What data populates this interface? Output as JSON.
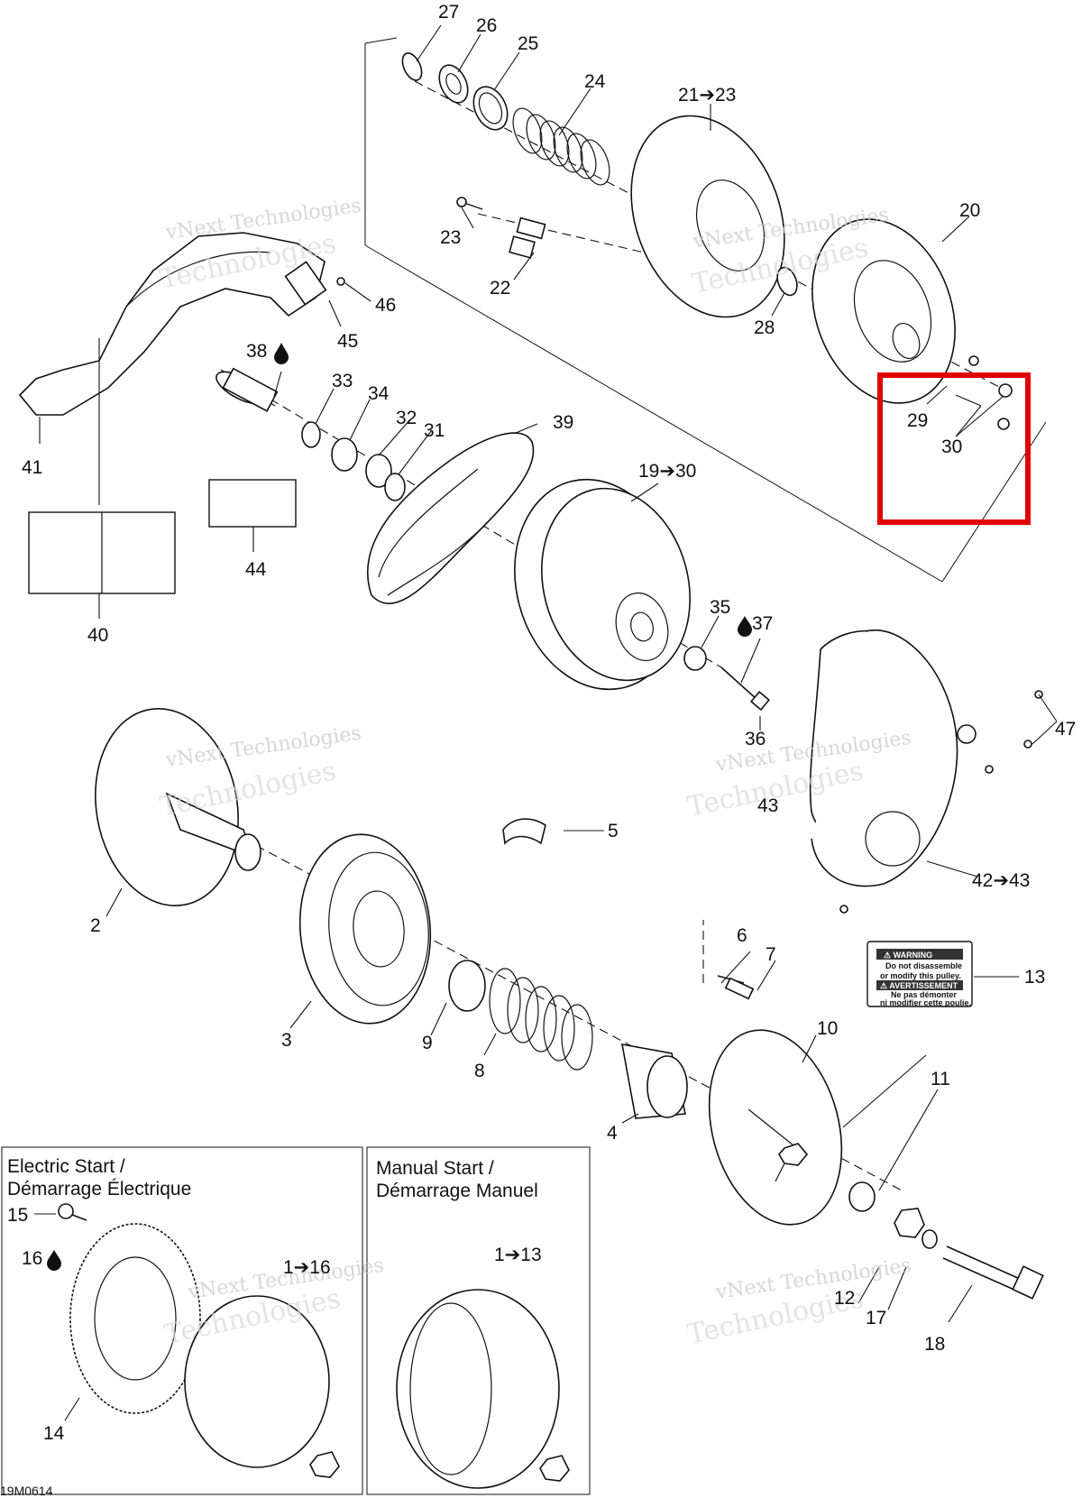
{
  "diagram": {
    "part_labels": [
      {
        "id": "27",
        "text": "27"
      },
      {
        "id": "26",
        "text": "26"
      },
      {
        "id": "25",
        "text": "25"
      },
      {
        "id": "24",
        "text": "24"
      },
      {
        "id": "21-23",
        "text": "21➔23"
      },
      {
        "id": "20",
        "text": "20"
      },
      {
        "id": "23",
        "text": "23"
      },
      {
        "id": "22",
        "text": "22"
      },
      {
        "id": "28",
        "text": "28"
      },
      {
        "id": "46",
        "text": "46"
      },
      {
        "id": "45",
        "text": "45"
      },
      {
        "id": "38",
        "text": "38"
      },
      {
        "id": "33",
        "text": "33"
      },
      {
        "id": "34",
        "text": "34"
      },
      {
        "id": "32",
        "text": "32"
      },
      {
        "id": "31",
        "text": "31"
      },
      {
        "id": "29",
        "text": "29"
      },
      {
        "id": "30",
        "text": "30"
      },
      {
        "id": "41",
        "text": "41"
      },
      {
        "id": "39",
        "text": "39"
      },
      {
        "id": "19-30",
        "text": "19➔30"
      },
      {
        "id": "44",
        "text": "44"
      },
      {
        "id": "40",
        "text": "40"
      },
      {
        "id": "35",
        "text": "35"
      },
      {
        "id": "37",
        "text": "37"
      },
      {
        "id": "36",
        "text": "36"
      },
      {
        "id": "47",
        "text": "47"
      },
      {
        "id": "43",
        "text": "43"
      },
      {
        "id": "42-43",
        "text": "42➔43"
      },
      {
        "id": "5",
        "text": "5"
      },
      {
        "id": "2",
        "text": "2"
      },
      {
        "id": "6",
        "text": "6"
      },
      {
        "id": "7",
        "text": "7"
      },
      {
        "id": "13",
        "text": "13"
      },
      {
        "id": "3",
        "text": "3"
      },
      {
        "id": "9",
        "text": "9"
      },
      {
        "id": "8",
        "text": "8"
      },
      {
        "id": "10",
        "text": "10"
      },
      {
        "id": "11",
        "text": "11"
      },
      {
        "id": "4",
        "text": "4"
      },
      {
        "id": "15",
        "text": "15"
      },
      {
        "id": "16",
        "text": "16"
      },
      {
        "id": "1-16",
        "text": "1➔16"
      },
      {
        "id": "1-13",
        "text": "1➔13"
      },
      {
        "id": "12",
        "text": "12"
      },
      {
        "id": "17",
        "text": "17"
      },
      {
        "id": "18",
        "text": "18"
      },
      {
        "id": "14",
        "text": "14"
      }
    ],
    "insets": {
      "electric_start": {
        "line1": "Electric Start /",
        "line2": "Démarrage Électrique"
      },
      "manual_start": {
        "line1": "Manual Start /",
        "line2": "Démarrage Manuel"
      }
    },
    "drawing_code": "19M0614",
    "watermark": {
      "line1": "vNext Technologies",
      "line2": "Technologies"
    },
    "decal_13": {
      "line1": "⚠ WARNING",
      "line2": "Do not disassemble",
      "line3": "or modify this pulley.",
      "line4": "⚠ AVERTISSEMENT",
      "line5": "Ne pas démonter",
      "line6": "ni modifier cette poulie."
    },
    "highlight_color": "#e00000"
  }
}
